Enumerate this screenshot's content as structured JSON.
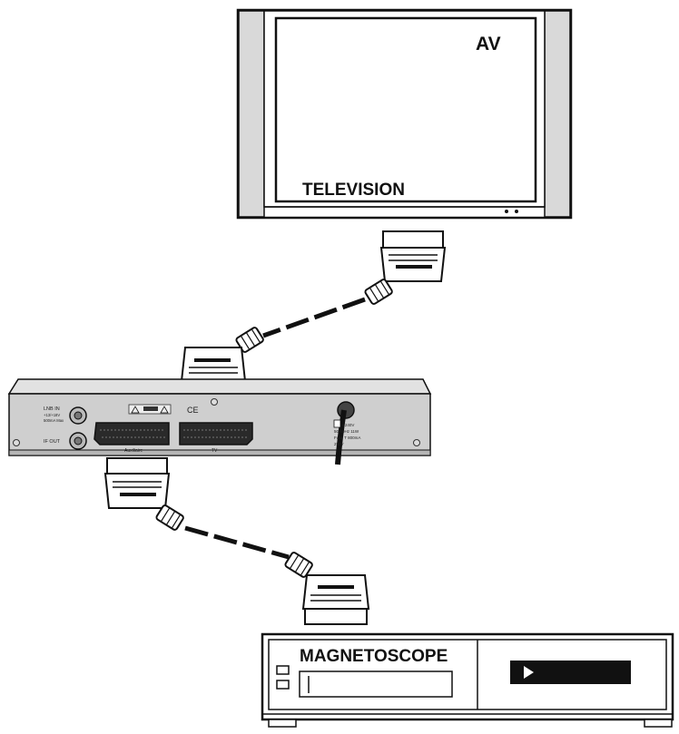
{
  "television": {
    "label": "TELEVISION",
    "input_label": "AV"
  },
  "receiver": {
    "lnb_in_label": "LNB IN",
    "lnb_in_spec_1": "+13/+18V",
    "lnb_in_spec_2": "500mA Max",
    "if_out_label": "IF OUT",
    "scart_aux_label": "Auxiliaire",
    "scart_tv_label": "TV",
    "ce_mark": "CE",
    "power_spec_1": "~ 240V",
    "power_spec_2": "50-60Hz 11W",
    "power_spec_3": "Fuse T 800mA",
    "power_spec_4": "250V"
  },
  "vcr": {
    "label": "MAGNETOSCOPE",
    "play_icon": "play-icon"
  },
  "colors": {
    "outline": "#111111",
    "panel_grey": "#d9d9d9",
    "chassis_grey": "#c8c8c8",
    "cable": "#111111"
  }
}
